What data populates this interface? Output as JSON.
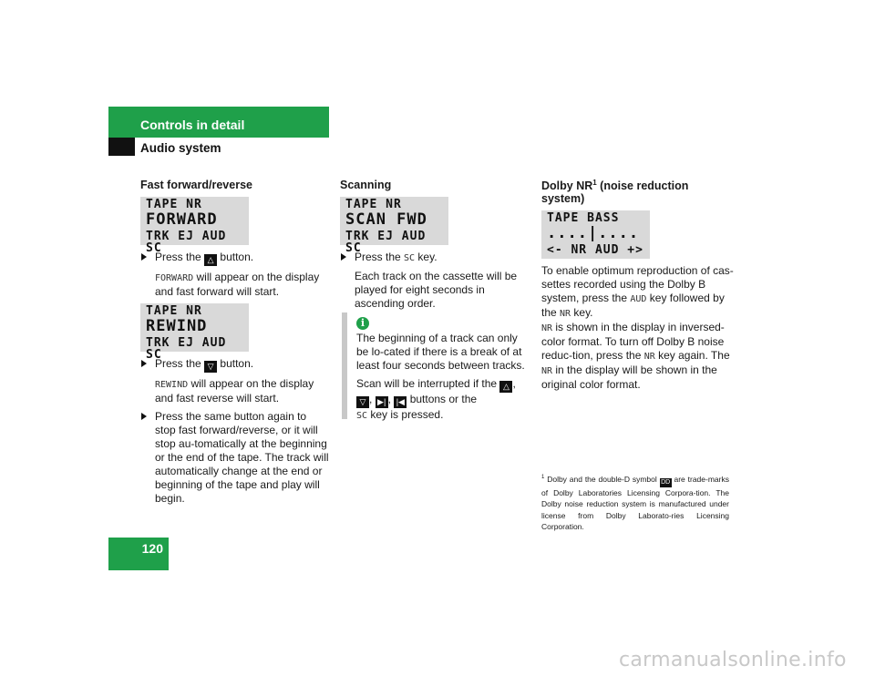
{
  "header": {
    "section": "Controls in detail",
    "subsection": "Audio system"
  },
  "page_number": "120",
  "col1": {
    "title": "Fast forward/reverse",
    "display_forward": {
      "line1": "TAPE NR",
      "line2": "FORWARD",
      "line3": "TRK EJ AUD SC"
    },
    "step1_pre": "Press the",
    "step1_key": "up-arrow-key",
    "step1_post": "button.",
    "forward_code": "FORWARD",
    "forward_text": " will appear on the display and fast forward will start.",
    "display_rewind": {
      "line1": "TAPE NR",
      "line2": "REWIND",
      "line3": "TRK EJ AUD SC"
    },
    "step2_pre": "Press the",
    "step2_key": "down-arrow-key",
    "step2_post": "button.",
    "rewind_code": "REWIND",
    "rewind_text": " will appear on the display and fast reverse will start.",
    "step3": "Press the same button again to stop fast forward/reverse, or it will stop au-tomatically at the beginning or the end of the tape. The track will automatically change at the end or beginning of the tape and play will begin."
  },
  "col2": {
    "title": "Scanning",
    "display_scan": {
      "line1": "TAPE NR",
      "line2": "SCAN FWD",
      "line3": "TRK EJ AUD SC"
    },
    "step_pre": "Press the ",
    "step_code": "SC",
    "step_post": " key.",
    "desc": "Each track on the cassette will be played for eight seconds in ascending order.",
    "note1": "The beginning of a track can only be lo-cated if there is a break of at least four seconds between tracks.",
    "note2_pre": "Scan will be interrupted if the",
    "note2_mid": "buttons or the",
    "note2_code": "SC",
    "note2_post": " key is pressed."
  },
  "col3": {
    "title": "Dolby NR",
    "title_sup": "1",
    "title_post": " (noise reduction system)",
    "display_bass": {
      "line1": "TAPE BASS",
      "line2": "....|....",
      "line3": "<-  NR AUD +>"
    },
    "p1": "To enable optimum reproduction of cas-settes recorded using the Dolby B system, press the ",
    "p1_code1": "AUD",
    "p1_mid": " key followed by the ",
    "p1_code2": "NR",
    "p1_end": " key.",
    "p2_code": "NR",
    "p2_text": " is shown in the display in inversed-color format. To turn off Dolby B noise reduc-tion, press the ",
    "p2_code2": "NR",
    "p2_mid": " key again. The ",
    "p2_code3": "NR",
    "p2_end": " in the display will be shown in the original color format.",
    "footnote_num": "1",
    "footnote_pre": "Dolby and the double-D symbol",
    "footnote_post": "are trade-marks of Dolby Laboratories Licensing Corpora-tion. The Dolby noise reduction system is manufactured under license from Dolby Laborato-ries Licensing Corporation."
  },
  "watermark": "carmanualsonline.info",
  "colors": {
    "accent": "#1fa04a",
    "lcd": "#d9d9d9",
    "note_bar": "#c8c8c8"
  }
}
